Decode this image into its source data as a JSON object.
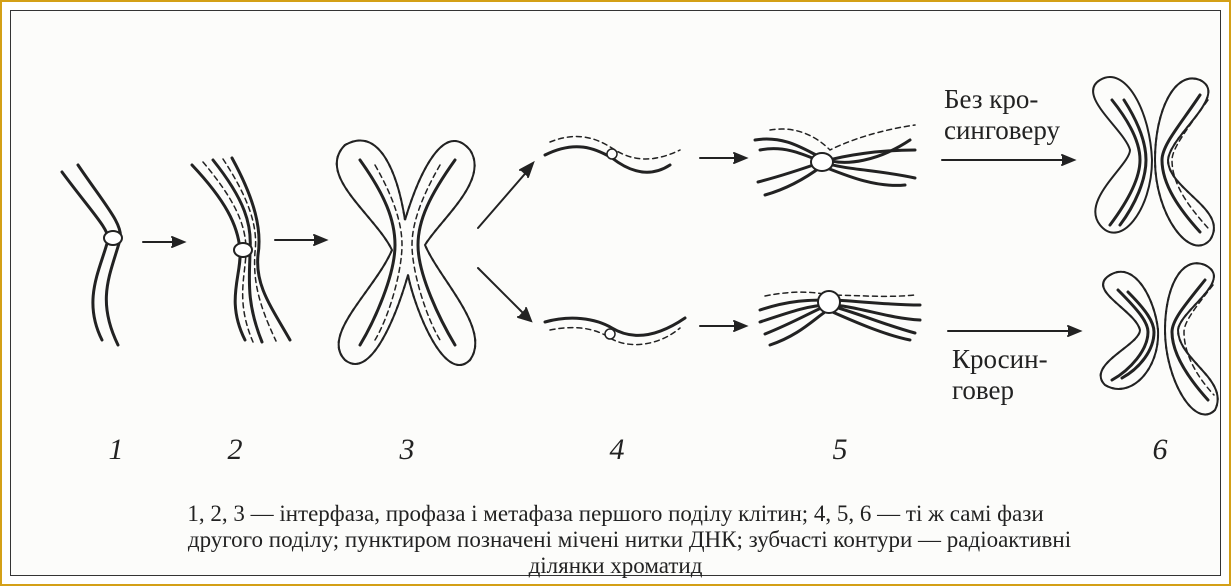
{
  "stages": [
    "1",
    "2",
    "3",
    "4",
    "5",
    "6"
  ],
  "branch_labels": {
    "no_crossover": "Без кро-\nсинговеру",
    "crossover": "Кросин-\nговер"
  },
  "caption": {
    "line1": "1, 2, 3 — інтерфаза, профаза і метафаза першого поділу клітин; 4, 5, 6 — ті ж самі фази",
    "line2": "другого поділу; пунктиром позначені  мічені нитки ДНК; зубчасті контури — радіоактивні",
    "line3": "ділянки хроматид"
  },
  "colors": {
    "ink": "#222222",
    "frame": "#d4a017"
  }
}
